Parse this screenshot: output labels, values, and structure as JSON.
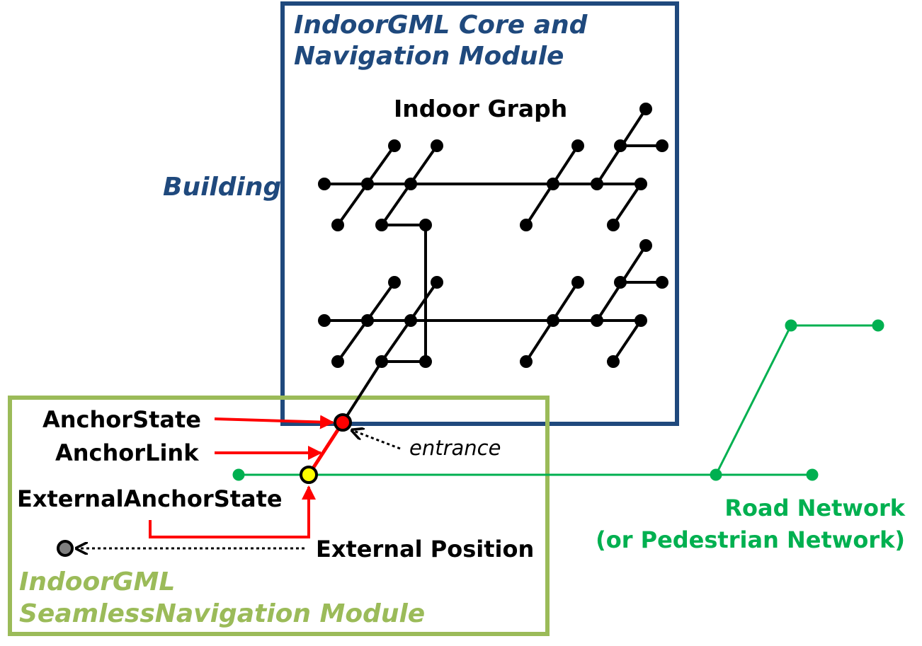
{
  "core_module": {
    "title_line1": "IndoorGML Core and",
    "title_line2": "Navigation Module",
    "color": "#1f497d"
  },
  "building_label": "Building",
  "indoor_graph_label": "Indoor Graph",
  "seamless_module": {
    "title_line1": "IndoorGML",
    "title_line2": "SeamlessNavigation Module",
    "color": "#9bbb59"
  },
  "labels": {
    "anchor_state": "AnchorState",
    "anchor_link": "AnchorLink",
    "external_anchor_state": "ExternalAnchorState",
    "external_position": "External Position",
    "entrance": "entrance"
  },
  "road_network": {
    "line1": "Road Network",
    "line2": "(or Pedestrian Network)",
    "color": "#00b050"
  },
  "colors": {
    "graph": "#000000",
    "pointer": "#ff0000",
    "anchor_state_fill": "#ff0000",
    "external_anchor_fill": "#ffff00",
    "external_position_fill": "#7f7f7f"
  }
}
